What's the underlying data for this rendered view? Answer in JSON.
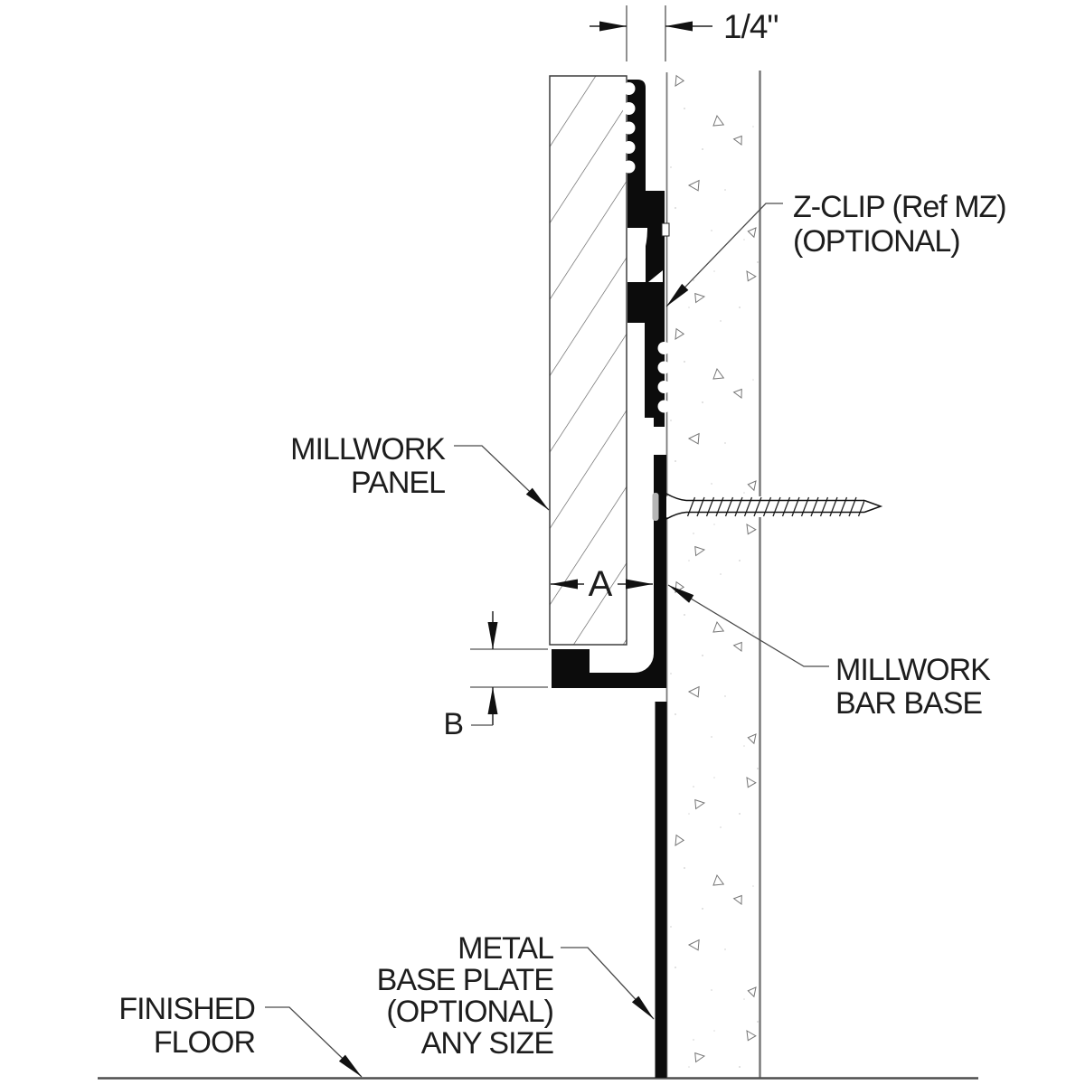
{
  "drawing": {
    "kind": "millwork bar base wall mounting section detail",
    "labels": {
      "dim_quarter": "1/4\"",
      "zclip": {
        "line1": "Z-CLIP (Ref MZ)",
        "line2": "(OPTIONAL)"
      },
      "panel": {
        "line1": "MILLWORK",
        "line2": "PANEL"
      },
      "dim_a": "A",
      "dim_b": "B",
      "bar_base": {
        "line1": "MILLWORK",
        "line2": "BAR BASE"
      },
      "base_plate": {
        "line1": "METAL",
        "line2": "BASE PLATE",
        "line3": "(OPTIONAL)",
        "line4": "ANY SIZE"
      },
      "floor": {
        "line1": "FINISHED",
        "line2": "FLOOR"
      }
    },
    "colors": {
      "ink": "#1d1d1d",
      "profile_black": "#0c0c0c",
      "wall_line_gray": "#7a7a7a",
      "accent_red": "#e21b22"
    }
  }
}
